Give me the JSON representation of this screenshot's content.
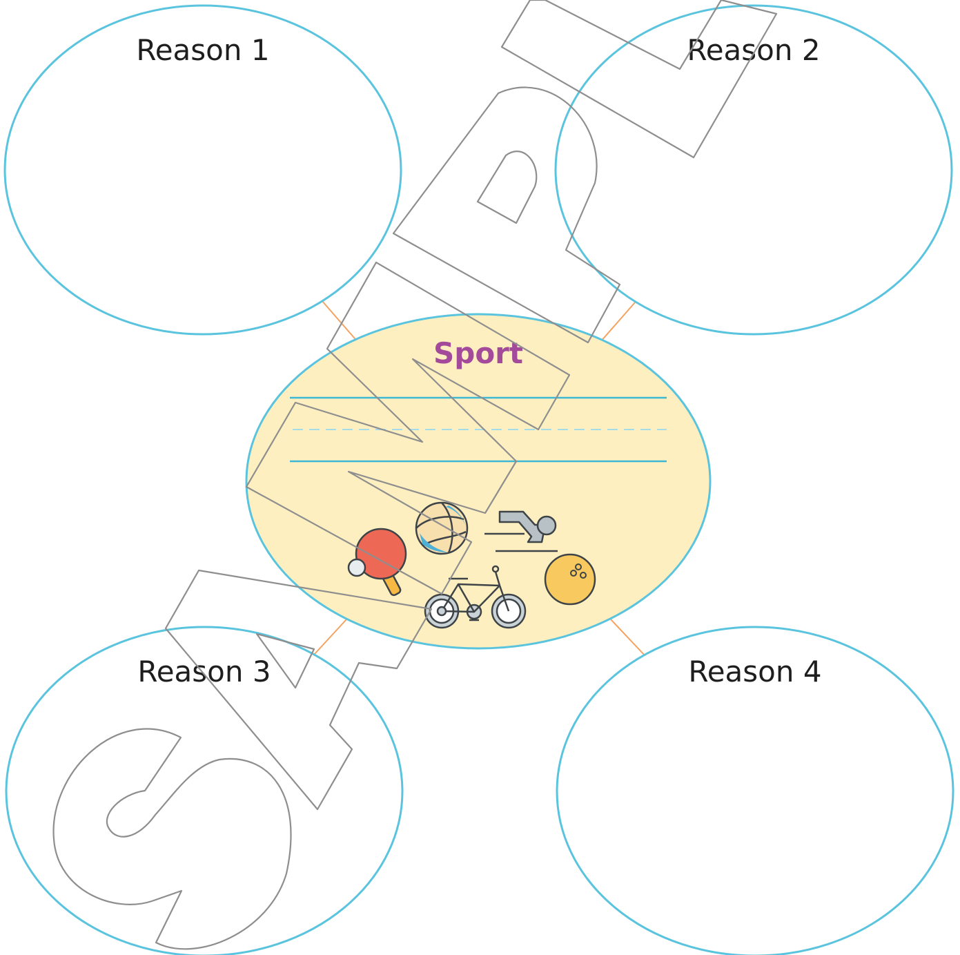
{
  "diagram": {
    "center_title": "Sport",
    "reasons": [
      {
        "label": "Reason 1"
      },
      {
        "label": "Reason 2"
      },
      {
        "label": "Reason 3"
      },
      {
        "label": "Reason 4"
      }
    ],
    "watermark_text": "SAMPLE",
    "colors": {
      "bubble_outline": "#5ac4de",
      "center_fill": "#fdefc0",
      "connector": "#f4a25f",
      "title": "#a34a9a",
      "label_text": "#1e1e1e",
      "writing_line": "#3cb8d4",
      "dashed_line": "#a6dbe9",
      "watermark_outline": "#8e8e8e"
    },
    "icons": [
      "ping-pong-paddle-icon",
      "volleyball-icon",
      "swimmer-icon",
      "bicycle-icon",
      "bowling-ball-icon"
    ]
  }
}
